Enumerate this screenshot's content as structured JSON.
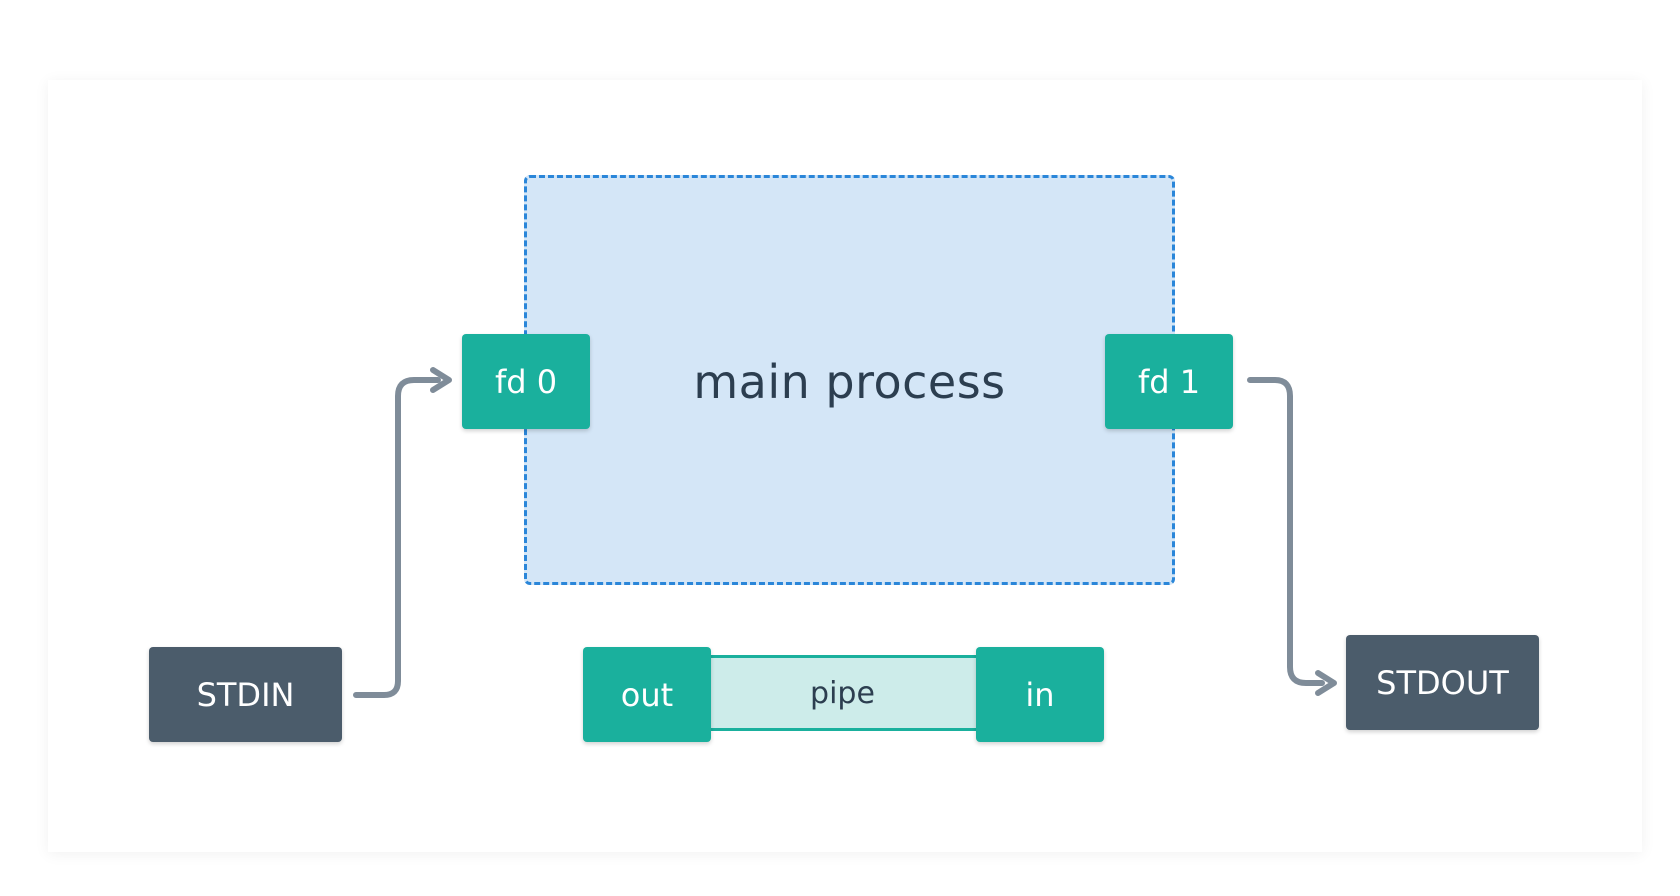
{
  "diagram": {
    "process": {
      "label": "main process"
    },
    "fd0": {
      "label": "fd 0"
    },
    "fd1": {
      "label": "fd 1"
    },
    "stdin": {
      "label": "STDIN"
    },
    "stdout": {
      "label": "STDOUT"
    },
    "pipe": {
      "out_label": "out",
      "label": "pipe",
      "in_label": "in"
    },
    "colors": {
      "process_fill": "#d4e6f7",
      "process_border": "#2a86d9",
      "fd_fill": "#1ab09d",
      "stream_fill": "#4b5c6b",
      "pipe_fill": "#cdecea",
      "arrow": "#7f8c99",
      "text_dark": "#2c3e50"
    }
  }
}
